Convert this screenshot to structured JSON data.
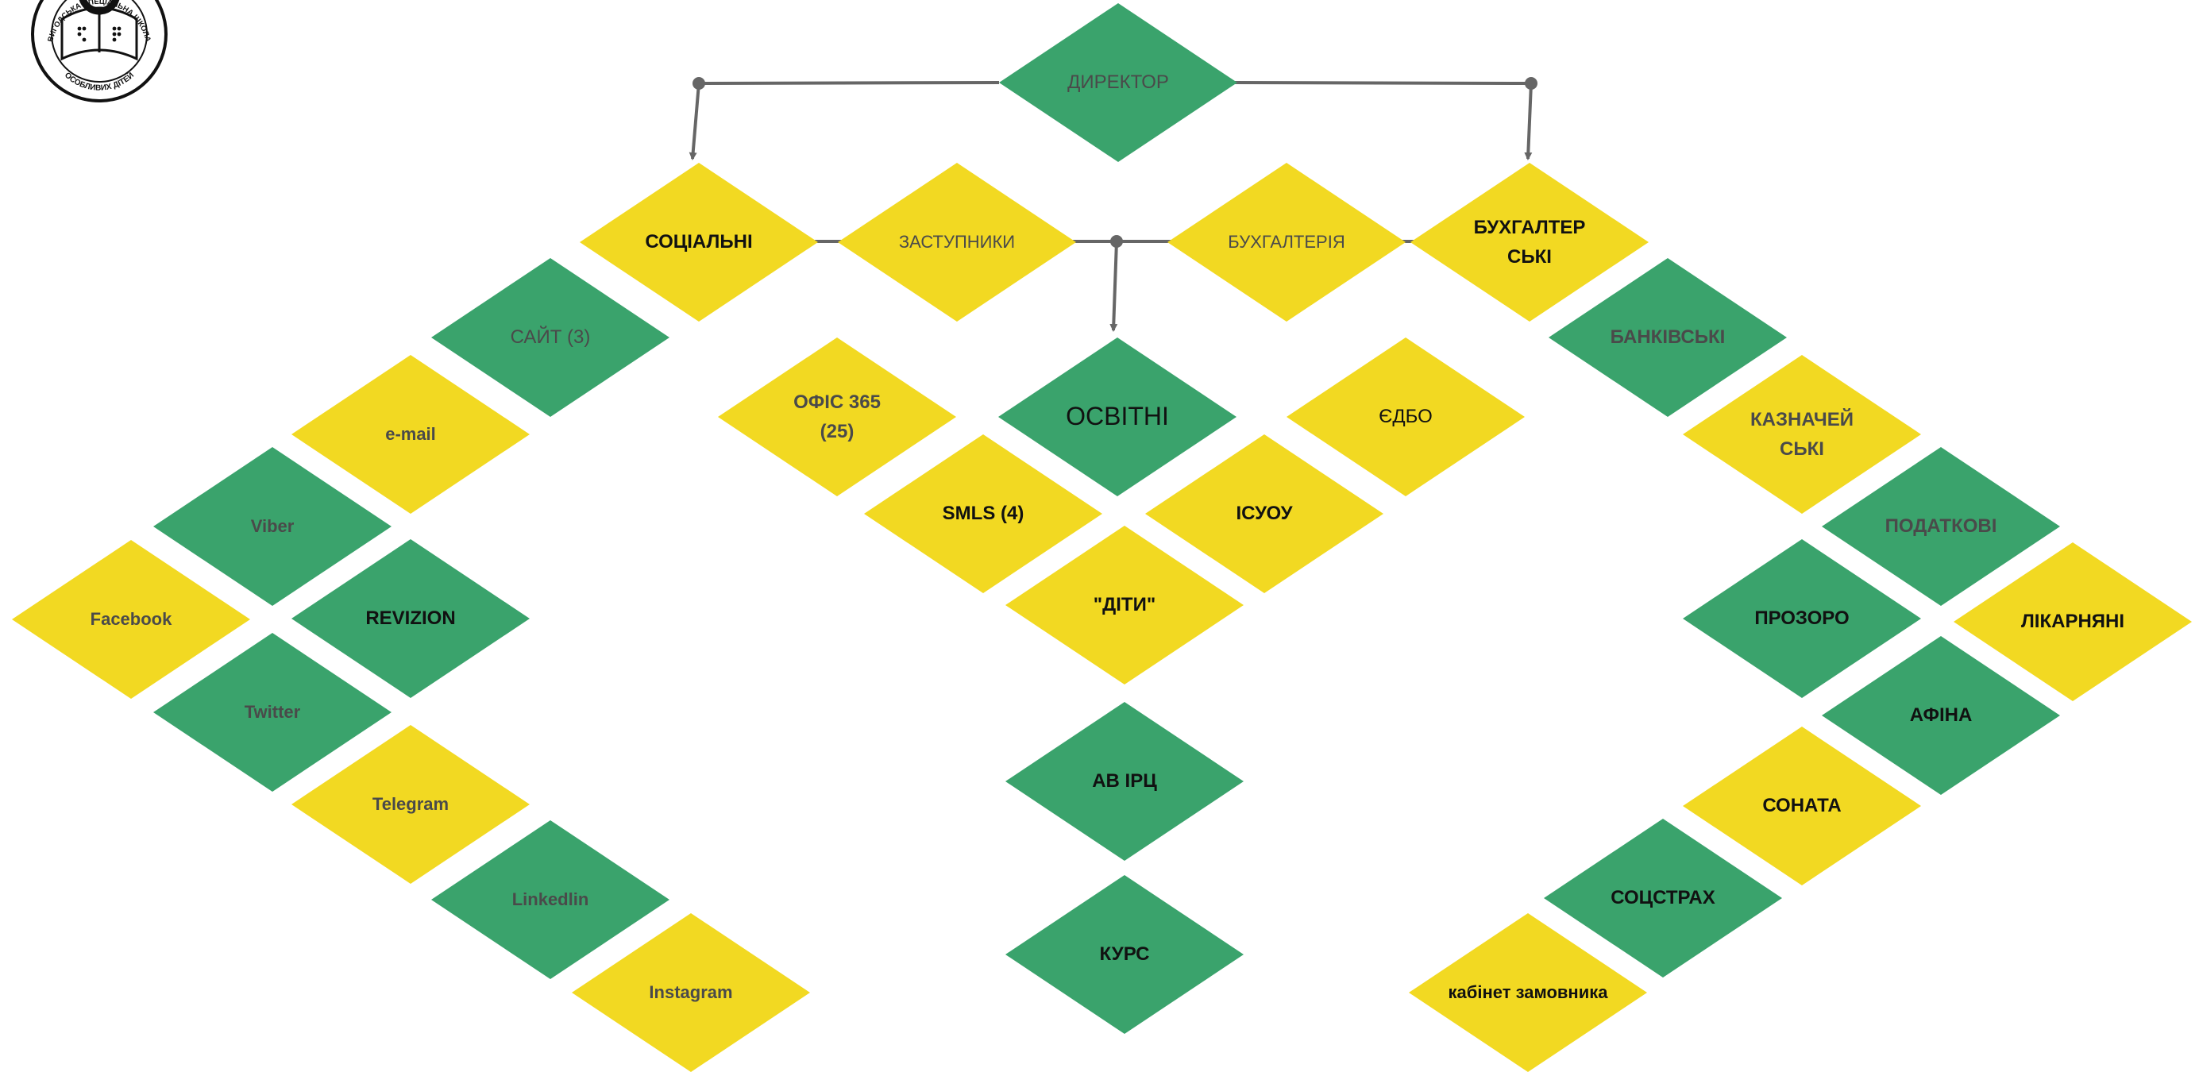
{
  "colors": {
    "green": "#3aa36c",
    "yellow": "#f2d922",
    "line": "#666666"
  },
  "logo": {
    "top_text": "ВИГОДСЬКА СПЕЦІАЛЬНА ШКОЛА",
    "bottom_text": "ОСОБЛИВИХ ДІТЕЙ"
  },
  "nodes": {
    "director": "ДИРЕКТОР",
    "socialni": "СОЦІАЛЬНІ",
    "zastupnyky": "ЗАСТУПНИКИ",
    "bukhhalteriia": "БУХГАЛТЕРІЯ",
    "bukhhalterski": "БУХГАЛТЕР\nСЬКІ",
    "sait": "САЙТ (3)",
    "email": "e-mail",
    "viber": "Viber",
    "facebook": "Facebook",
    "revizion": "REVIZION",
    "twitter": "Twitter",
    "telegram": "Telegram",
    "linkedin": "Linkedlin",
    "instagram": "Instagram",
    "ofis365": "ОФІС 365\n(25)",
    "osvitni": "ОСВІТНІ",
    "iedbo": "ЄДБО",
    "smls": "SMLS (4)",
    "isuou": "ІСУОУ",
    "dity": "\"ДІТИ\"",
    "av_irts": "АВ ІРЦ",
    "kurs": "КУРС",
    "bankivski": "БАНКІВСЬКІ",
    "kaznacheiski": "КАЗНАЧЕЙ\nСЬКІ",
    "podatkovi": "ПОДАТКОВІ",
    "prozoro": "ПРОЗОРО",
    "likarniani": "ЛІКАРНЯНІ",
    "afina": "АФІНА",
    "sonata": "СОНАТА",
    "sotsstrakh": "СОЦСТРАХ",
    "kabinet": "кабінет замовника"
  }
}
